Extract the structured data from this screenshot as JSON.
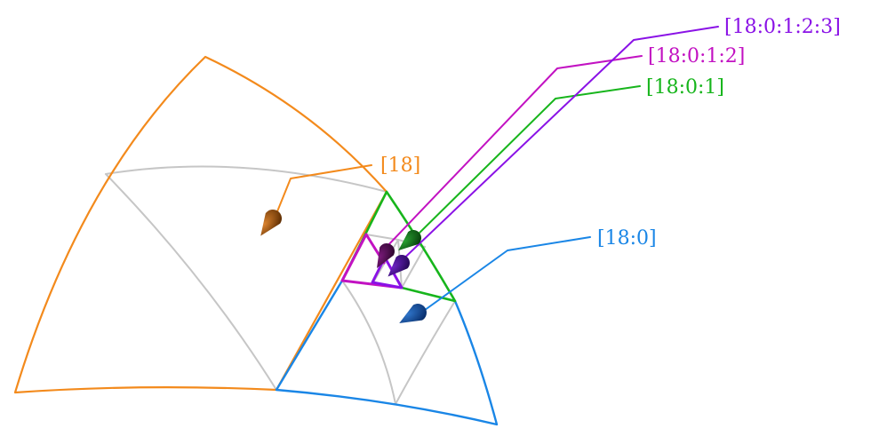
{
  "colors": {
    "level0": "#f38a1c",
    "level1": "#1a86e6",
    "level2": "#17b51c",
    "level3": "#c212c2",
    "level4": "#8a12e6",
    "subdivision": "#c6c6c6"
  },
  "labels": {
    "l18": "[18]",
    "l18_0": "[18:0]",
    "l18_0_1": "[18:0:1]",
    "l18_0_1_2": "[18:0:1:2]",
    "l18_0_1_2_3": "[18:0:1:2:3]"
  },
  "icons": {
    "marker": "cone-marker-icon"
  }
}
